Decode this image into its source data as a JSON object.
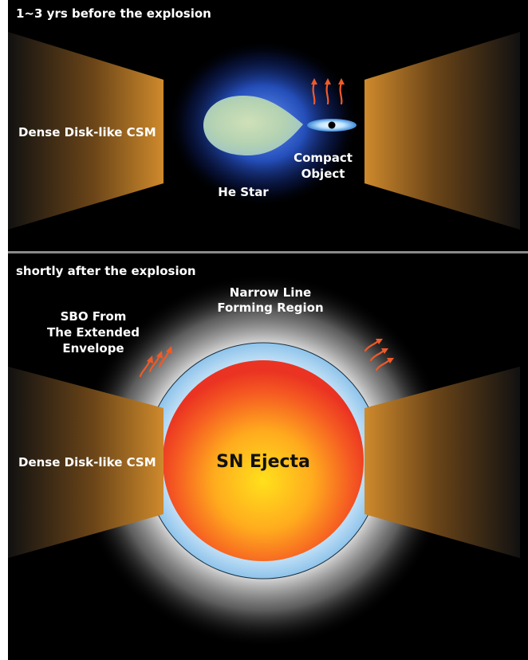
{
  "top_panel": {
    "title": "1~3 yrs before the explosion",
    "csm_label": "Dense Disk-like CSM",
    "star_label": "He Star",
    "compact_label_line1": "Compact",
    "compact_label_line2": "Object"
  },
  "bottom_panel": {
    "title": "shortly after the explosion",
    "csm_label": "Dense Disk-like CSM",
    "ejecta_label": "SN Ejecta",
    "narrow_label_line1": "Narrow Line",
    "narrow_label_line2": "Forming Region",
    "sbo_label_line1": "SBO  From",
    "sbo_label_line2": "The Extended",
    "sbo_label_line3": "Envelope"
  },
  "colors": {
    "background": "#000000",
    "csm": "#c8842a",
    "ejecta_core": "#ffd21a",
    "ejecta_edge": "#ef3a22",
    "narrow_region": "#a9d3ef",
    "arrows": "#f05a28",
    "star_glow": "#2a5bd8"
  }
}
